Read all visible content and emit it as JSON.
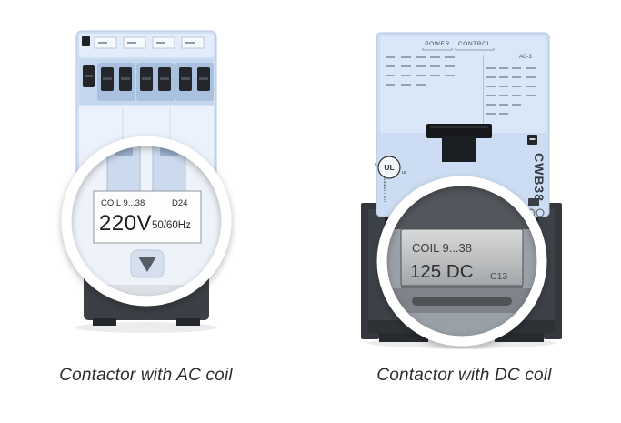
{
  "captions": {
    "ac": "Contactor with AC coil",
    "dc": "Contactor with DC coil"
  },
  "ac_contactor": {
    "label": {
      "coil": "COIL 9...38",
      "code": "D24",
      "voltage": "220V",
      "frequency": "50/60Hz"
    }
  },
  "dc_contactor": {
    "markings": {
      "power": "POWER",
      "control": "CONTROL",
      "duty_class": "AC-3"
    },
    "model": "CWB38",
    "ul_mark": {
      "c": "c",
      "ul": "UL",
      "us": "us",
      "listed": "US LISTED"
    },
    "label": {
      "coil": "COIL 9...38",
      "voltage": "125 DC",
      "code": "C13"
    }
  },
  "colors": {
    "body_blue": "#cfe0f3",
    "panel_blue": "#d8e6f7",
    "dark_base": "#3b4046",
    "label_silver": "#c9cbcd",
    "ring_white": "#ffffff"
  }
}
